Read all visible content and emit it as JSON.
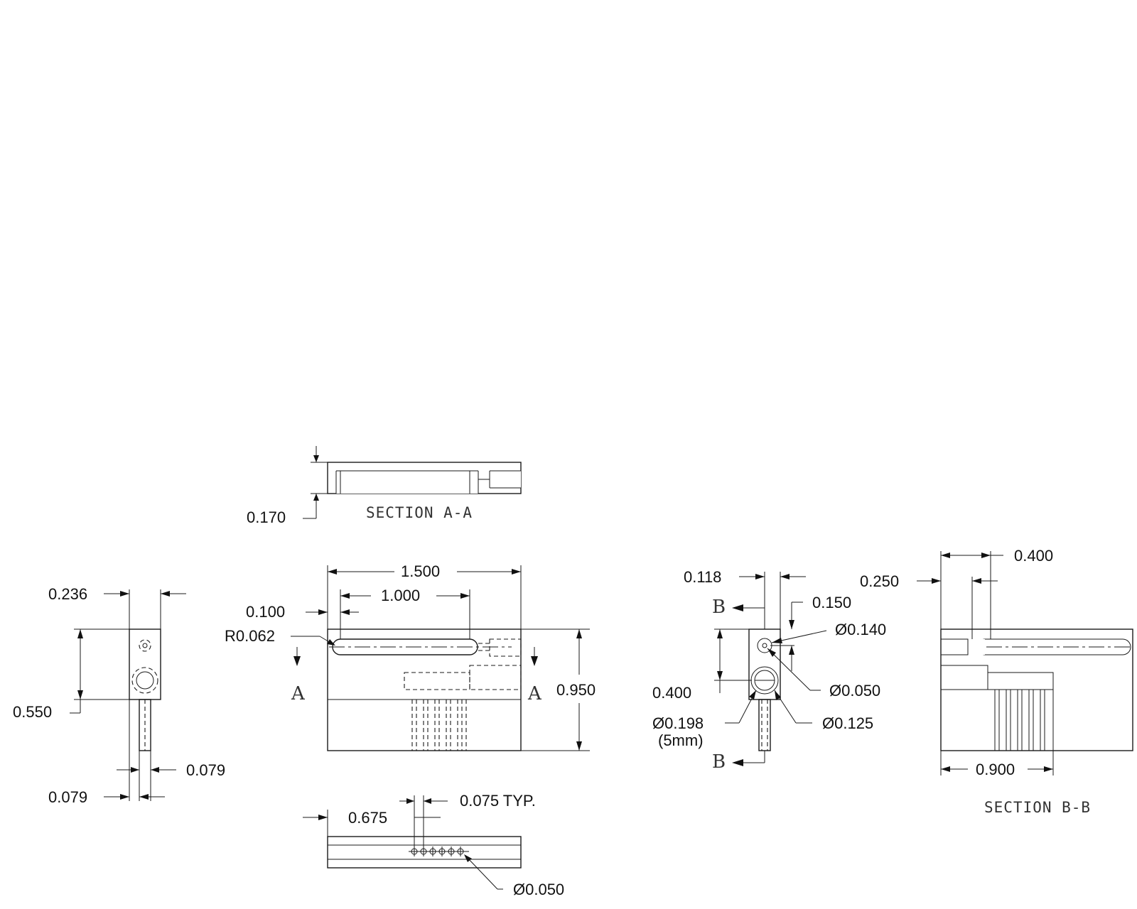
{
  "drawing": {
    "section_aa": {
      "title": "SECTION A-A",
      "thickness": "0.170"
    },
    "front_view": {
      "width": "1.500",
      "slot_length": "1.000",
      "slot_offset": "0.100",
      "slot_radius": "R0.062",
      "height": "0.950",
      "cut_label_left": "A",
      "cut_label_right": "A"
    },
    "bottom_view": {
      "pin_offset": "0.675",
      "pin_pitch": "0.075 TYP.",
      "pin_diameter": "Ø0.050"
    },
    "left_view": {
      "width": "0.236",
      "height": "0.550",
      "tab_width": "0.079",
      "tab_offset": "0.079"
    },
    "side_view": {
      "offset": "0.118",
      "hole_offset": "0.150",
      "hole_diameter_a": "Ø0.140",
      "hole_diameter_b": "Ø0.050",
      "hole_diameter_c": "Ø0.125",
      "bore_diameter": "Ø0.198",
      "bore_metric": "(5mm)",
      "height": "0.400",
      "cut_label_top": "B",
      "cut_label_bottom": "B"
    },
    "section_bb": {
      "title": "SECTION B-B",
      "length_a": "0.400",
      "length_b": "0.250",
      "length_c": "0.900"
    }
  }
}
